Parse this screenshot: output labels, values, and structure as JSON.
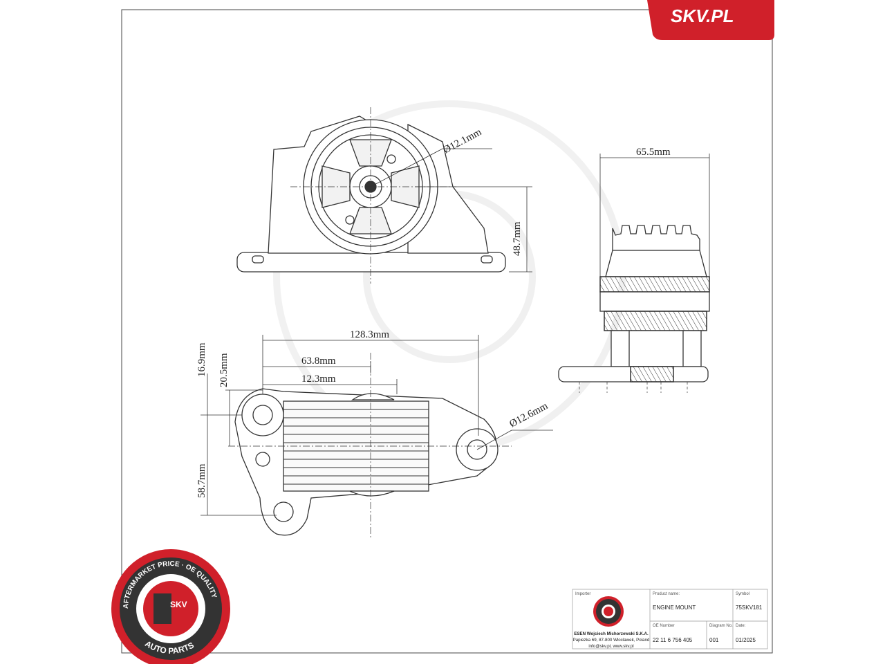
{
  "brand": {
    "name": "SKV.PL",
    "accent_color": "#d0202a",
    "seal_outer_text": "AFTERMARKET PRICE · OE QUALITY",
    "seal_center_text": "SKV",
    "seal_bottom_text": "AUTO PARTS",
    "mini_seal_icon": "skv-seal-icon"
  },
  "dimensions": {
    "hole_top": "Ø12.1mm",
    "height_front": "48.7mm",
    "width_side": "65.5mm",
    "length_total": "128.3mm",
    "length_mid": "63.8mm",
    "offset_small": "12.3mm",
    "offset_v1": "16.9mm",
    "offset_v2": "20.5mm",
    "length_v": "58.7mm",
    "hole_right": "Ø12.6mm"
  },
  "title_block": {
    "importer_label": "Importer",
    "product_label": "Product name:",
    "product_value": "ENGINE MOUNT",
    "symbol_label": "Symbol",
    "symbol_value": "75SKV181",
    "oe_label": "OE Number",
    "oe_value": "22 11 6 756 405",
    "diagram_label": "Diagram No.",
    "diagram_value": "001",
    "date_label": "Date:",
    "date_value": "01/2025",
    "importer_line1": "ESEN Wojciech Michorzewski S.K.A.",
    "importer_line2": "Papiezka 69, 87-800 Wloclawek, Poland",
    "importer_line3": "info@skv.pl, www.skv.pl"
  }
}
